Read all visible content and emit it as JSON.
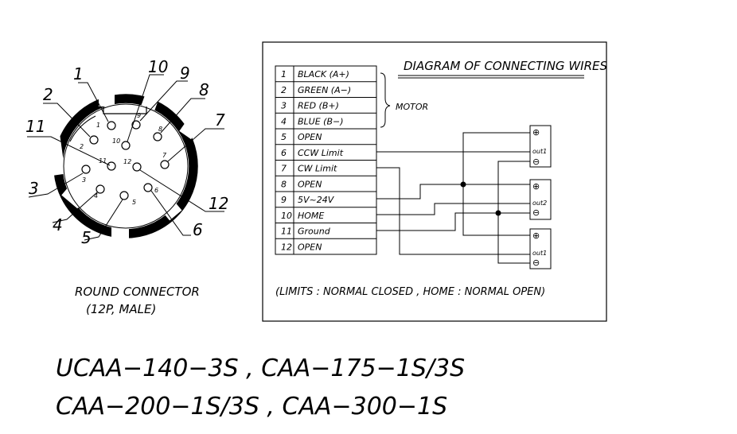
{
  "connector": {
    "pin_numbers": [
      "1",
      "2",
      "3",
      "4",
      "5",
      "6",
      "7",
      "8",
      "9",
      "10",
      "11",
      "12"
    ],
    "caption_line1": "ROUND CONNECTOR",
    "caption_line2": "(12P,  MALE)"
  },
  "wiring": {
    "title": "DIAGRAM OF CONNECTING WIRES",
    "rows": [
      {
        "no": "1",
        "label": "BLACK (A+)"
      },
      {
        "no": "2",
        "label": "GREEN (A−)"
      },
      {
        "no": "3",
        "label": "RED (B+)"
      },
      {
        "no": "4",
        "label": "BLUE (B−)"
      },
      {
        "no": "5",
        "label": "OPEN"
      },
      {
        "no": "6",
        "label": "CCW Limit"
      },
      {
        "no": "7",
        "label": "CW Limit"
      },
      {
        "no": "8",
        "label": "OPEN"
      },
      {
        "no": "9",
        "label": "5V~24V"
      },
      {
        "no": "10",
        "label": "HOME"
      },
      {
        "no": "11",
        "label": "Ground"
      },
      {
        "no": "12",
        "label": "OPEN"
      }
    ],
    "motor_label": "MOTOR",
    "sensors": [
      {
        "plus": "⊕",
        "out": "out1",
        "minus": "⊖"
      },
      {
        "plus": "⊕",
        "out": "out2",
        "minus": "⊖"
      },
      {
        "plus": "⊕",
        "out": "out1",
        "minus": "⊖"
      }
    ],
    "note": "(LIMITS : NORMAL CLOSED  ,  HOME : NORMAL OPEN)"
  },
  "models": {
    "line1": "UCAA−140−3S , CAA−175−1S/3S",
    "line2": "CAA−200−1S/3S , CAA−300−1S"
  }
}
